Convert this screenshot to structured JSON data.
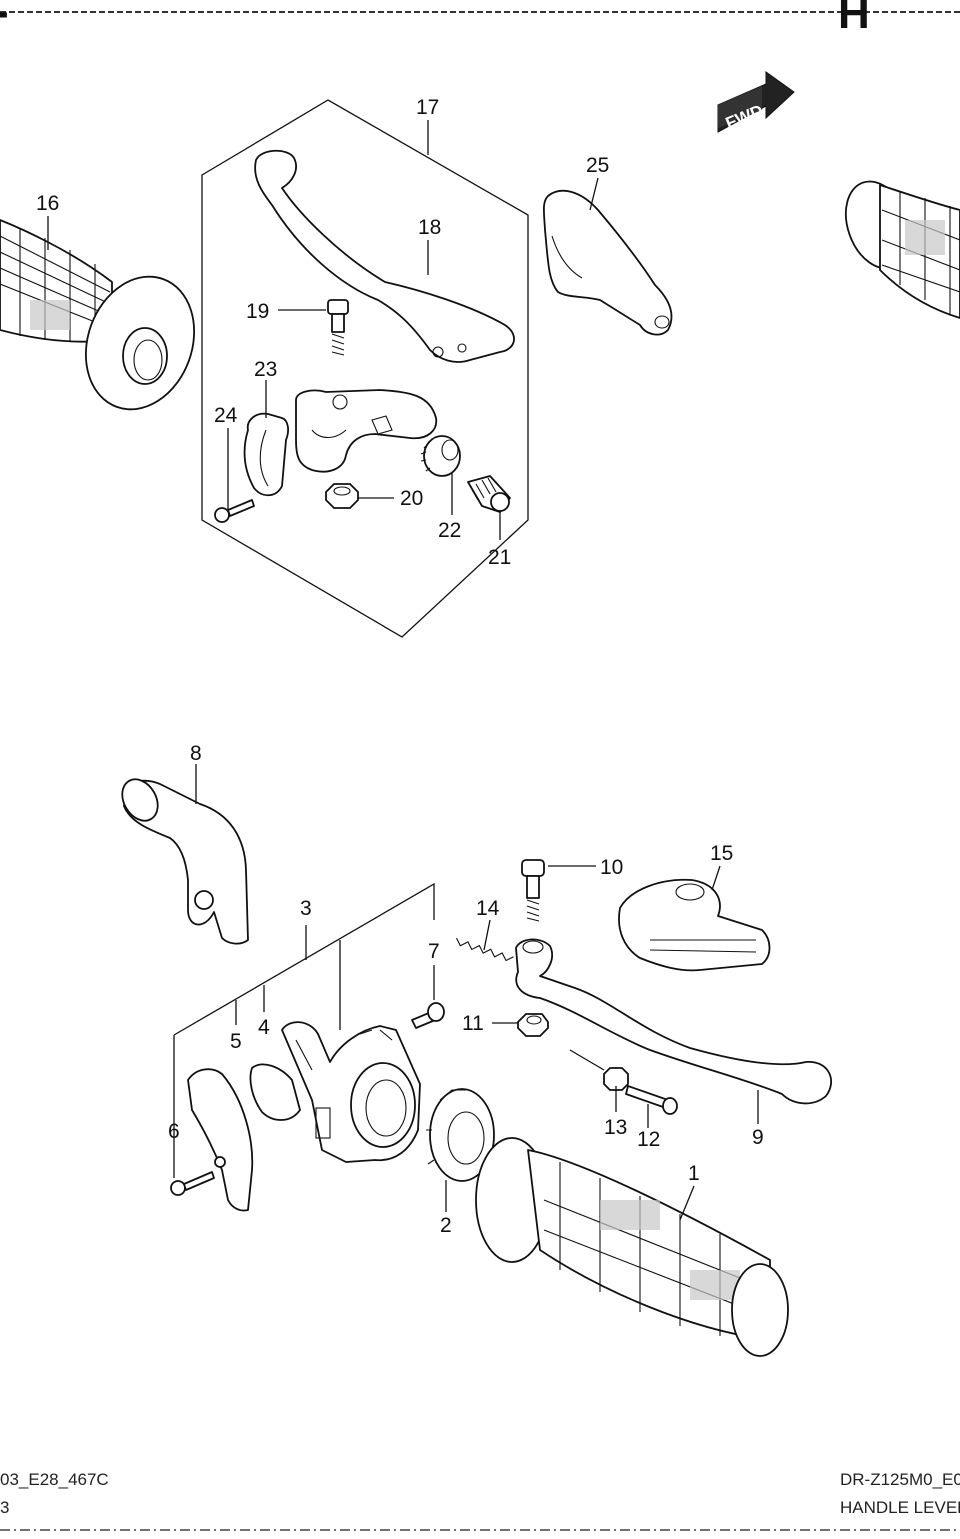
{
  "header": {
    "left_fragment": "-",
    "right_fragment": "H"
  },
  "fwd_badge": "FWD",
  "callouts": {
    "c1": "1",
    "c2": "2",
    "c3": "3",
    "c4": "4",
    "c5": "5",
    "c6": "6",
    "c7": "7",
    "c8": "8",
    "c9": "9",
    "c10": "10",
    "c11": "11",
    "c12": "12",
    "c13": "13",
    "c14": "14",
    "c15": "15",
    "c16": "16",
    "c17": "17",
    "c18": "18",
    "c19": "19",
    "c20": "20",
    "c21": "21",
    "c22": "22",
    "c23": "23",
    "c24": "24",
    "c25": "25"
  },
  "footer": {
    "left_code": "03_E28_467C",
    "left_sub": "3",
    "right_model": "DR-Z125M0_E0",
    "right_title": "HANDLE LEVER"
  }
}
